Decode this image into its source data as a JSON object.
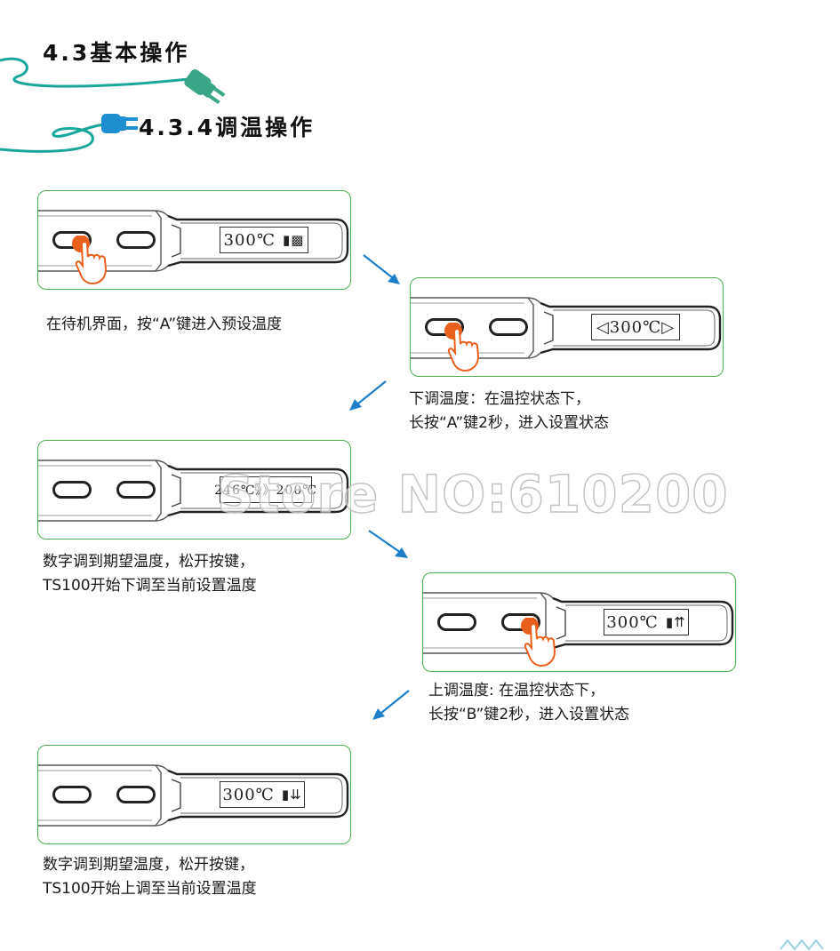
{
  "headings": {
    "section": "4.3基本操作",
    "subsection": "4.3.4调温操作"
  },
  "colors": {
    "panel_border": "#4caf50",
    "press_dot": "#e8601c",
    "hand_outline": "#e8601c",
    "arrow": "#1e7fc8",
    "cable_teal": "#1aa79b",
    "plug_green": "#3aa687",
    "plug_blue": "#1d8fd1"
  },
  "icons": {
    "header_cable": "cable-plug-icon",
    "press_hand": "hand-press-icon",
    "flow_arrow": "arrow-icon"
  },
  "steps": [
    {
      "screen_text": "300℃",
      "screen_symbol": "▮▩",
      "pressed": "A",
      "caption_lines": [
        "在待机界面，按“A”键进入预设温度"
      ]
    },
    {
      "screen_text": "◁300℃▷",
      "screen_symbol": "",
      "pressed": "A",
      "caption_lines": [
        "下调温度：在温控状态下，",
        "长按“A”键2秒，进入设置状态"
      ]
    },
    {
      "screen_text": "246℃》》200℃",
      "screen_symbol": "",
      "pressed": "",
      "caption_lines": [
        "数字调到期望温度，松开按键，",
        "TS100开始下调至当前设置温度"
      ]
    },
    {
      "screen_text": "300℃",
      "screen_symbol": "▮⇈",
      "pressed": "B",
      "caption_lines": [
        "上调温度: 在温控状态下，",
        "长按“B”键2秒，进入设置状态"
      ]
    },
    {
      "screen_text": "300℃",
      "screen_symbol": "▮⇊",
      "pressed": "",
      "caption_lines": [
        "数字调到期望温度，松开按键，",
        "TS100开始上调至当前设置温度"
      ]
    }
  ],
  "watermark": "Store NO:610200"
}
